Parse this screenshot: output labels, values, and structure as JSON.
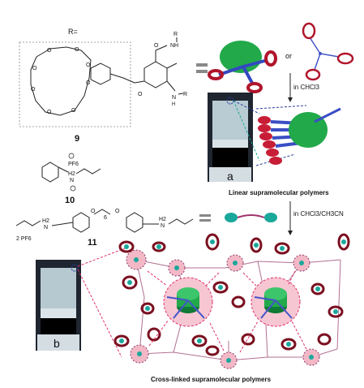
{
  "labels": {
    "r_eq": "R=",
    "cpd9": "9",
    "cpd10": "10",
    "cpd11": "11",
    "r_top": "R",
    "r_bot": "R",
    "nh_top": "NH",
    "nh_bot": "N",
    "h_bot": "H",
    "or": "or",
    "in_chcl3": "in CHCl3",
    "in_mix": "in CHCl3/CH3CN",
    "linear": "Linear supramolecular polymers",
    "cross": "Cross-linked supramolecular polymers",
    "vial_a": "a",
    "vial_b": "b",
    "pf6": "PF6",
    "two_pf6": "2 PF6",
    "h2": "H2",
    "n_atom": "N",
    "six": "6",
    "o_atom": "O",
    "equals": "="
  },
  "colors": {
    "green": "#22a94a",
    "red_ring": "#b0152b",
    "blue_arm": "#4455c8",
    "pink_halo": "#f2b8c6",
    "teal_bead": "#1aa89b",
    "dash_blue": "#2c3e9e",
    "dash_pink": "#e0306a"
  }
}
